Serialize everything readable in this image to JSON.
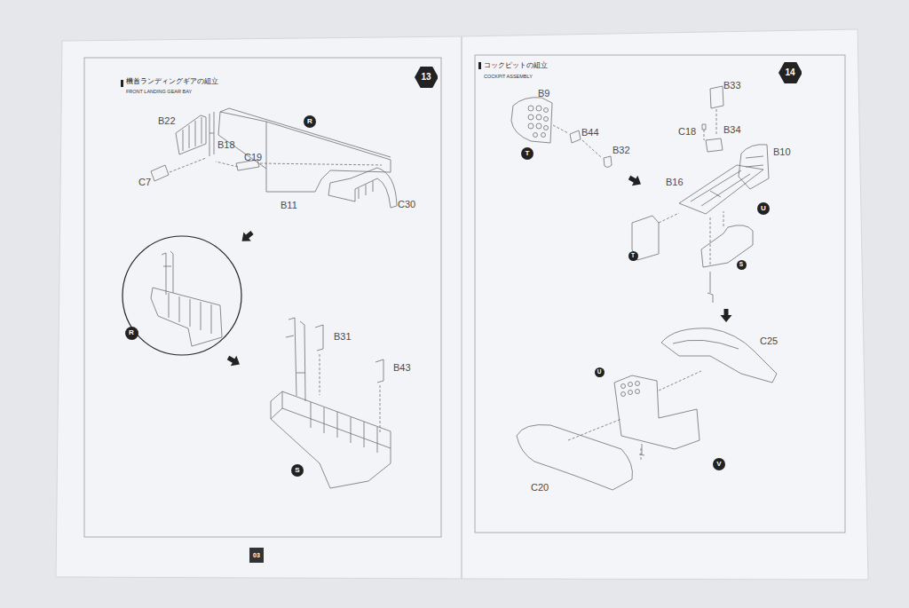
{
  "diagram": {
    "nodes": [
      {
        "text": [
          "13"
        ]
      },
      {
        "text": [
          "R"
        ]
      },
      {
        "text": [
          "R"
        ]
      },
      {
        "text": [
          "S"
        ]
      },
      {
        "text": [
          "03"
        ]
      },
      {
        "text": [
          "14"
        ]
      },
      {
        "text": [
          "T"
        ]
      },
      {
        "text": [
          "U"
        ]
      },
      {
        "text": [
          "T"
        ]
      },
      {
        "text": [
          "S"
        ]
      },
      {
        "text": [
          "U"
        ]
      },
      {
        "text": [
          "V"
        ]
      }
    ],
    "labels": [
      "機首ランディングギアの組立",
      "FRONT LANDING GEAR BAY",
      "B22",
      "B18",
      "C19",
      "C7",
      "B11",
      "C30",
      "B31",
      "B43",
      "コックピットの組立",
      "COCKPIT ASSEMBLY",
      "B9",
      "B44",
      "B32",
      "B33",
      "C18",
      "B34",
      "B10",
      "B16",
      "C25",
      "C20"
    ]
  }
}
